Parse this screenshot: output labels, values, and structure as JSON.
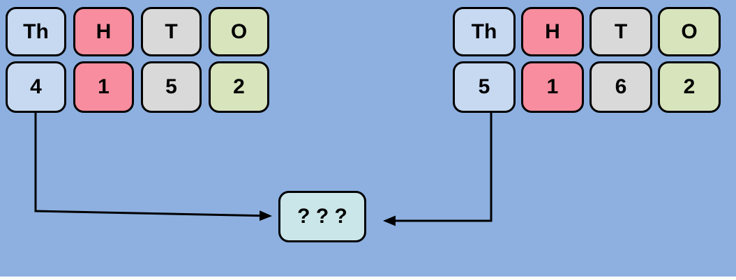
{
  "colors": {
    "background": "#8db0e0",
    "cell_thousands": "#c7d9f1",
    "cell_hundreds": "#f78d9e",
    "cell_tens": "#d9d9d9",
    "cell_ones": "#d7e4bc",
    "result_box": "#cbe6e9",
    "stroke": "#000000",
    "bottom_strip": "#fdfdfd"
  },
  "tables": {
    "left": {
      "headers": [
        "Th",
        "H",
        "T",
        "O"
      ],
      "digits": [
        "4",
        "1",
        "5",
        "2"
      ]
    },
    "right": {
      "headers": [
        "Th",
        "H",
        "T",
        "O"
      ],
      "digits": [
        "5",
        "1",
        "6",
        "2"
      ]
    }
  },
  "result": {
    "label": "? ? ?"
  }
}
